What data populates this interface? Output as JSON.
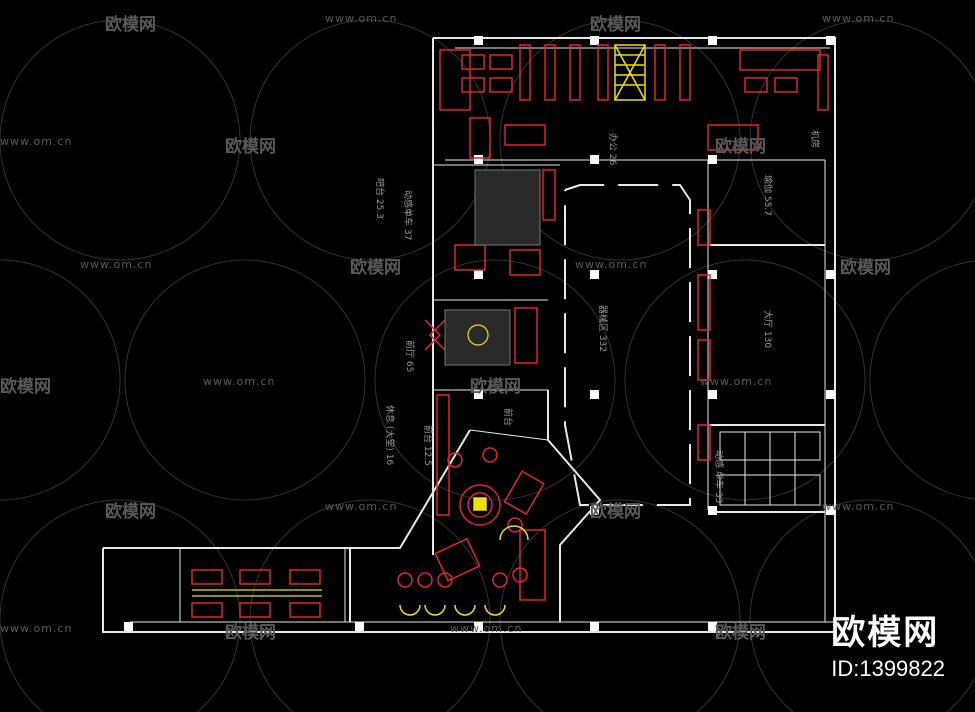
{
  "watermark": {
    "url": "www.om.cn",
    "logo": "欧模网"
  },
  "brand": {
    "name": "欧模网",
    "id_label": "ID:1399822"
  },
  "rooms": {
    "top_office": "办公 26",
    "right_top": "瑜伽 55.7",
    "right_mid": "大厅 130",
    "right_low": "动感 单车 33",
    "center": "器械区 332",
    "left_vert_1": "动感单车 37",
    "left_vert_2": "吧台 25.3",
    "left_mid": "前厅 65",
    "left_low_1": "休息 (大堂) 16",
    "left_low_2": "前台 12.5",
    "reception": "前台",
    "right_corner": "机房"
  },
  "colors": {
    "wall": "#e8e8e8",
    "furniture": "#e0262b",
    "accent": "#f0e000",
    "watermark": "#5a5a5a",
    "background": "#000000"
  }
}
